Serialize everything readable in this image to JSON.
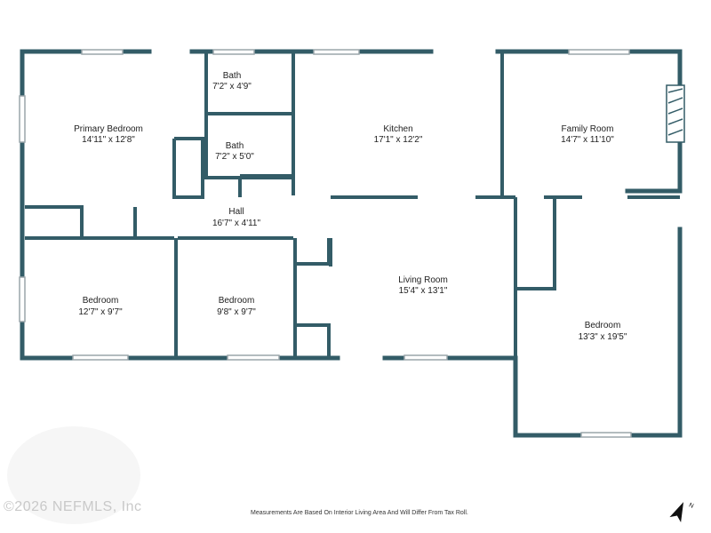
{
  "colors": {
    "wall": "#335c67",
    "window": "#9aa5aa",
    "text": "#222222"
  },
  "rooms": {
    "primary_bedroom": {
      "name": "Primary Bedroom",
      "dims": "14'11\" x 12'8\""
    },
    "bath_1": {
      "name": "Bath",
      "dims": "7'2\" x 4'9\""
    },
    "bath_2": {
      "name": "Bath",
      "dims": "7'2\" x 5'0\""
    },
    "kitchen": {
      "name": "Kitchen",
      "dims": "17'1\" x 12'2\""
    },
    "family_room": {
      "name": "Family Room",
      "dims": "14'7\" x 11'10\""
    },
    "hall": {
      "name": "Hall",
      "dims": "16'7\" x 4'11\""
    },
    "bedroom_1": {
      "name": "Bedroom",
      "dims": "12'7\" x 9'7\""
    },
    "bedroom_2": {
      "name": "Bedroom",
      "dims": "9'8\" x 9'7\""
    },
    "living_room": {
      "name": "Living Room",
      "dims": "15'4\" x 13'1\""
    },
    "bedroom_3": {
      "name": "Bedroom",
      "dims": "13'3\" x 19'5\""
    }
  },
  "footer": {
    "copyright": "©2026 NEFMLS, Inc",
    "disclaimer": "Measurements Are Based On Interior Living Area And Will Differ From Tax Roll."
  },
  "compass": {
    "icon": "north-arrow-icon",
    "label": "N"
  }
}
